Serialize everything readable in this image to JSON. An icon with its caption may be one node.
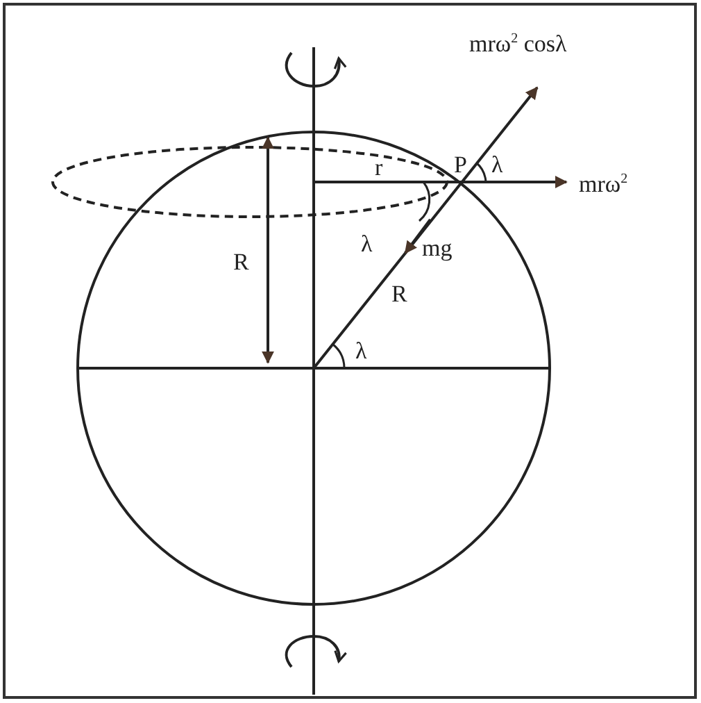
{
  "diagram": {
    "labels": [
      "mrω$^{2}$ cosλ",
      "P",
      "λ",
      "r",
      "mrω$^{2}$",
      "R",
      "λ",
      "mg",
      "R",
      "λ"
    ]
  }
}
